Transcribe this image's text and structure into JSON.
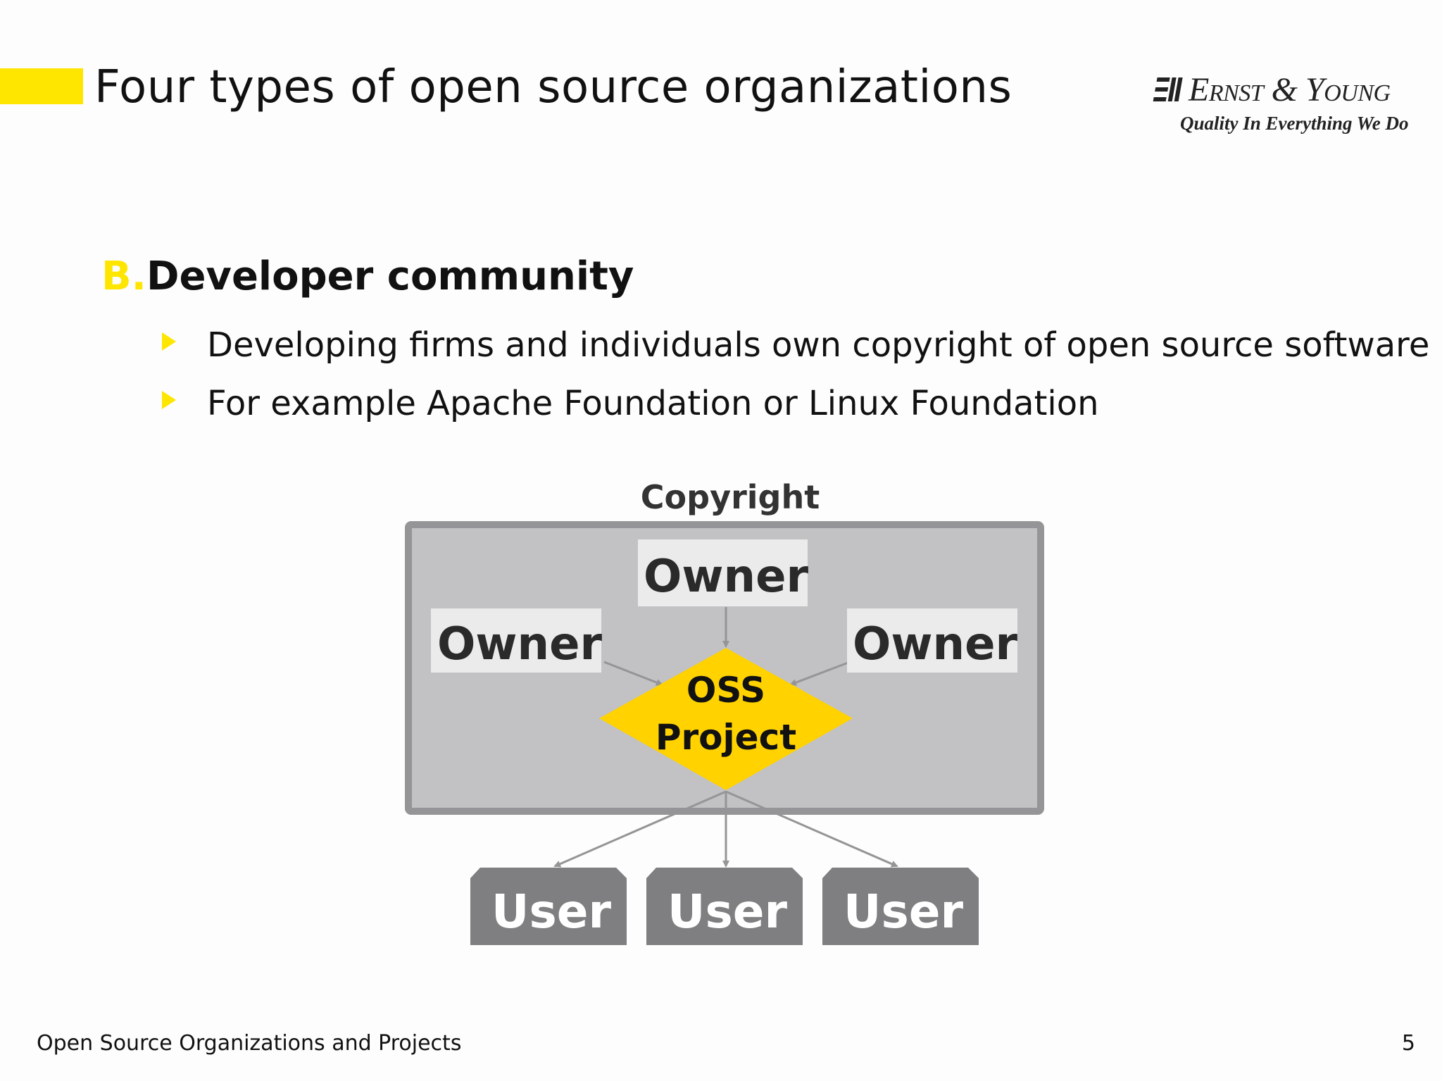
{
  "slide": {
    "title": "Four types of open source organizations",
    "accent_color": "#ffe600"
  },
  "logo": {
    "name": "Ernst & Young",
    "tagline": "Quality In Everything We Do"
  },
  "section": {
    "letter": "B.",
    "heading": "Developer community"
  },
  "bullets": [
    "Developing firms and individuals own copyright of open source software",
    "For example Apache Foundation or Linux Foundation"
  ],
  "diagram": {
    "container_label": "Copyright",
    "owners": [
      "Owner",
      "Owner",
      "Owner"
    ],
    "project": {
      "line1": "OSS",
      "line2": "Project",
      "color": "#ffd200"
    },
    "users": [
      "User",
      "User",
      "User"
    ],
    "colors": {
      "container_fill": "#c2c1c4",
      "container_border": "#959496",
      "owner_fill": "#ebebeb",
      "user_fill": "#7f7e80",
      "arrow": "#959496"
    }
  },
  "footer": {
    "text": "Open Source Organizations and Projects",
    "page": "5"
  }
}
